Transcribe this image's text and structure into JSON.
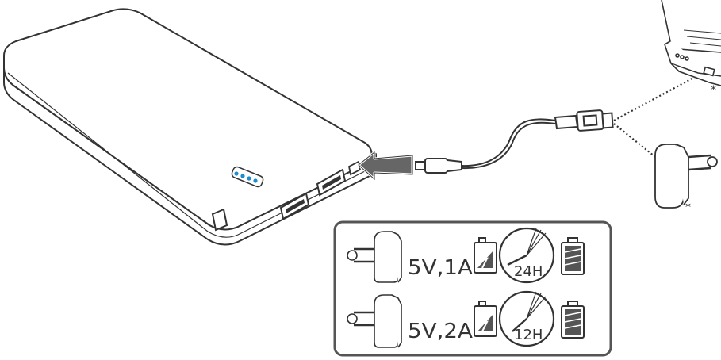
{
  "colors": {
    "outline": "#333333",
    "body_fill": "#ffffff",
    "panel_border": "#555555",
    "led": "#1a8ccf",
    "arrow_fill": "#666666",
    "battery_fill": "#555555"
  },
  "legend": {
    "rows": [
      {
        "adapter": "5V,1A",
        "time": "24H"
      },
      {
        "adapter": "5V,2A",
        "time": "12H"
      }
    ]
  },
  "footnotes": {
    "laptop_mark": "*",
    "charger_mark": "*"
  },
  "power_bank": {
    "led_count": 4
  }
}
